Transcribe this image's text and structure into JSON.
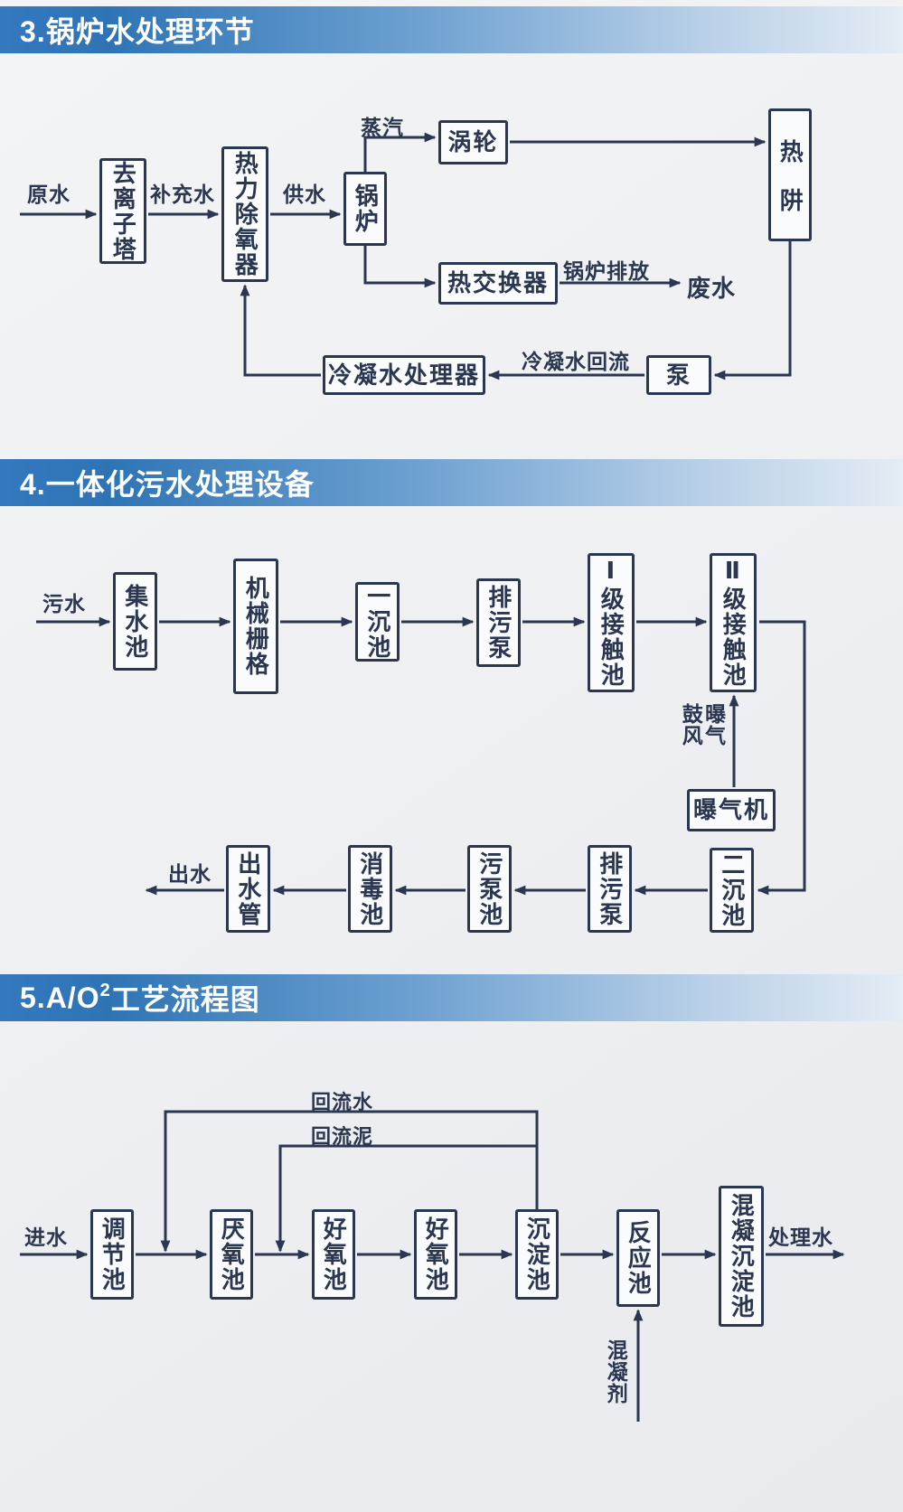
{
  "theme": {
    "line_color": "#2b3750",
    "box_background": "#fafbfd",
    "page_background": "#eef0f2",
    "header_gradient_from": "#2e74b5",
    "header_gradient_to": "#e4ecf4",
    "header_text_color": "#ffffff"
  },
  "s3": {
    "title": "3.锅炉水处理环节",
    "boxes": {
      "deionizer": "去离子塔",
      "deaerator": "热力除氧器",
      "boiler": "锅炉",
      "turbine": "涡轮",
      "heat_sink": "热阱",
      "heat_exchanger": "热交换器",
      "pump": "泵",
      "condensate_processor": "冷凝水处理器"
    },
    "labels": {
      "raw_water": "原水",
      "makeup_water": "补充水",
      "supply_water": "供水",
      "steam": "蒸汽",
      "boiler_discharge": "锅炉排放",
      "waste_water": "废水",
      "condensate_return": "冷凝水回流"
    }
  },
  "s4": {
    "title": "4.一体化污水处理设备",
    "boxes": {
      "collecting_tank": "集水池",
      "mechanical_grid": "机械栅格",
      "primary_settling": "一沉池",
      "sewage_pump_top": "排污泵",
      "contact_tank_1": "Ⅰ级接触池",
      "contact_tank_2": "Ⅱ级接触池",
      "aerator": "曝气机",
      "secondary_settling": "二沉池",
      "sewage_pump_bottom": "排污泵",
      "sludge_pump_tank": "污泵池",
      "disinfection_tank": "消毒池",
      "outlet_pipe": "出水管"
    },
    "labels": {
      "sewage": "污水",
      "blast_aeration": "鼓风曝气",
      "outflow": "出水"
    }
  },
  "s5": {
    "title_pre": "5.A/O",
    "title_sup": "2",
    "title_post": "工艺流程图",
    "boxes": {
      "regulating_tank": "调节池",
      "anaerobic_tank": "厌氧池",
      "aerobic_tank_1": "好氧池",
      "aerobic_tank_2": "好氧池",
      "settling_tank": "沉淀池",
      "reaction_tank": "反应池",
      "coag_settling_tank": "混凝沉淀池"
    },
    "labels": {
      "inflow": "进水",
      "treated_water": "处理水",
      "return_water": "回流水",
      "return_sludge": "回流泥",
      "coagulant": "混凝剂"
    }
  }
}
